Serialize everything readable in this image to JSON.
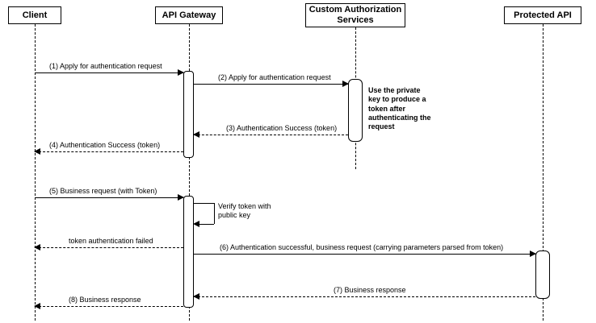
{
  "diagram": {
    "participants": {
      "client": "Client",
      "api_gateway": "API Gateway",
      "custom_auth": "Custom Authorization Services",
      "protected_api": "Protected API"
    },
    "messages": {
      "m1": "(1) Apply for authentication request",
      "m2": "(2) Apply for authentication request",
      "m3": "(3) Authentication Success (token)",
      "m4": "(4) Authentication Success (token)",
      "m5": "(5) Business request (with Token)",
      "self_verify": "Verify token with public key",
      "m_fail": "token authentication failed",
      "m6": "(6) Authentication successful, business request (carrying parameters parsed from token)",
      "m7": "(7) Business response",
      "m8": "(8) Business response"
    },
    "note": "Use the private key to produce a token after authenticating the request"
  }
}
